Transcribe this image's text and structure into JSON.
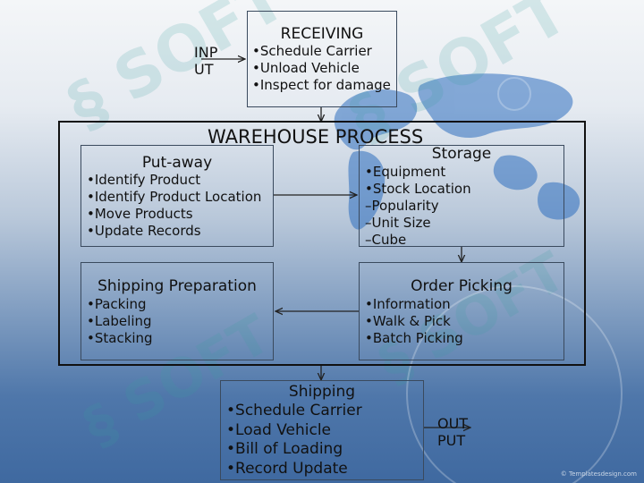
{
  "colors": {
    "box_border": "#3a4a5e",
    "frame_border": "#111111",
    "arrow": "#222222",
    "bg_light": "#f4f6f8",
    "bg_dark": "#3f69a0"
  },
  "input_label": {
    "line1": "INP",
    "line2": "UT"
  },
  "output_label": {
    "line1": "OUT",
    "line2": "PUT"
  },
  "receiving": {
    "title": "RECEIVING",
    "items": [
      "•Schedule Carrier",
      "•Unload Vehicle",
      "•Inspect for damage"
    ]
  },
  "warehouse": {
    "title": "WAREHOUSE PROCESS"
  },
  "putaway": {
    "title": "Put-away",
    "items": [
      "•Identify Product",
      "•Identify Product Location",
      "•Move Products",
      "•Update Records"
    ]
  },
  "storage": {
    "title": "Storage",
    "items": [
      "•Equipment",
      "•Stock Location",
      "–Popularity",
      "–Unit Size",
      "–Cube"
    ]
  },
  "shipping_prep": {
    "title": "Shipping Preparation",
    "items": [
      "•Packing",
      "•Labeling",
      "•Stacking"
    ]
  },
  "order_picking": {
    "title": "Order Picking",
    "items": [
      "•Information",
      "•Walk & Pick",
      "•Batch Picking"
    ]
  },
  "shipping": {
    "title": "Shipping",
    "items": [
      "•Schedule Carrier",
      "•Load Vehicle",
      "•Bill of Loading",
      "•Record Update"
    ]
  },
  "watermark": "© Templatesdesign.com",
  "icons": [
    "world-map-icon",
    "logo-watermark-icon",
    "arrow-right-icon",
    "arrow-down-icon",
    "arrow-left-icon"
  ]
}
